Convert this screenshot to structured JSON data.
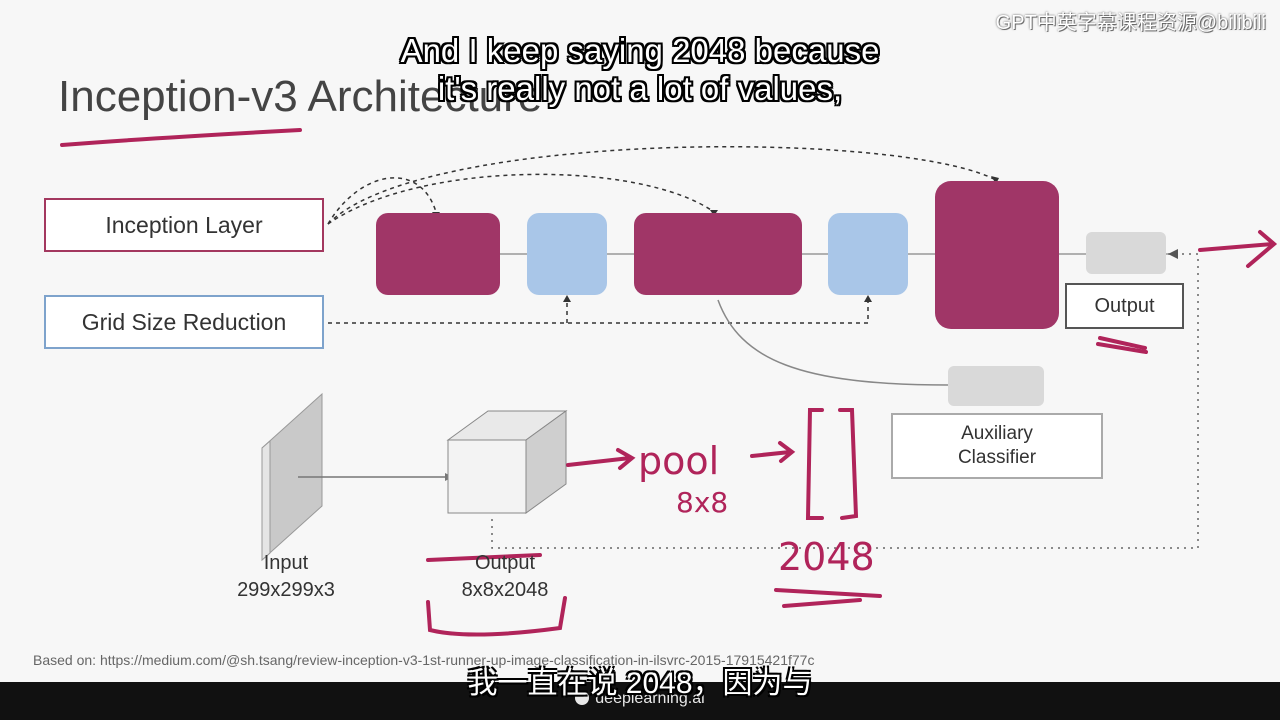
{
  "watermark": "GPT中英字幕课程资源@bilibili",
  "subtitle": {
    "english_line1": "And I keep saying 2048 because",
    "english_line2": "it's really not a lot of values,",
    "chinese": "我一直在说 2048，因为与"
  },
  "slide": {
    "title": "Inception-v3 Architecture",
    "legend": {
      "inception_label": "Inception Layer",
      "grid_label": "Grid Size Reduction"
    },
    "output_label": "Output",
    "aux_line1": "Auxiliary",
    "aux_line2": "Classifier",
    "input_caption": {
      "line1": "Input",
      "line2": "299x299x3"
    },
    "output_caption": {
      "line1": "Output",
      "line2": "8x8x2048"
    },
    "source": "Based on: https://medium.com/@sh.tsang/review-inception-v3-1st-runner-up-image-classification-in-ilsvrc-2015-17915421f77c"
  },
  "annotations": {
    "pool": "pool",
    "pool_size": "8x8",
    "vector_size": "2048"
  },
  "brand": "deeplearning.ai",
  "colors": {
    "inception": "#a03667",
    "grid_reduction": "#a9c6e8",
    "handwriting": "#b0245a"
  }
}
